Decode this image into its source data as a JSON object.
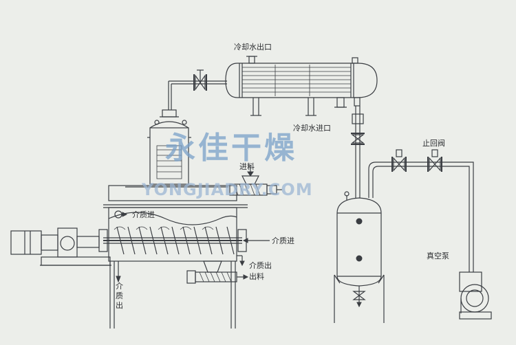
{
  "labels": {
    "cooling_water_out": "冷却水出口",
    "cooling_water_in": "冷却水进口",
    "feed_in": "进料",
    "medium_in_top": "介质进",
    "medium_in_right": "介质进",
    "medium_out_right": "介质出",
    "discharge": "出料",
    "medium_out_bottom": "介质出",
    "check_valve": "止回阀",
    "vacuum_pump": "真空泵"
  },
  "watermark": {
    "cn": "永佳干燥",
    "en": "YONGJIADRY.COM"
  }
}
